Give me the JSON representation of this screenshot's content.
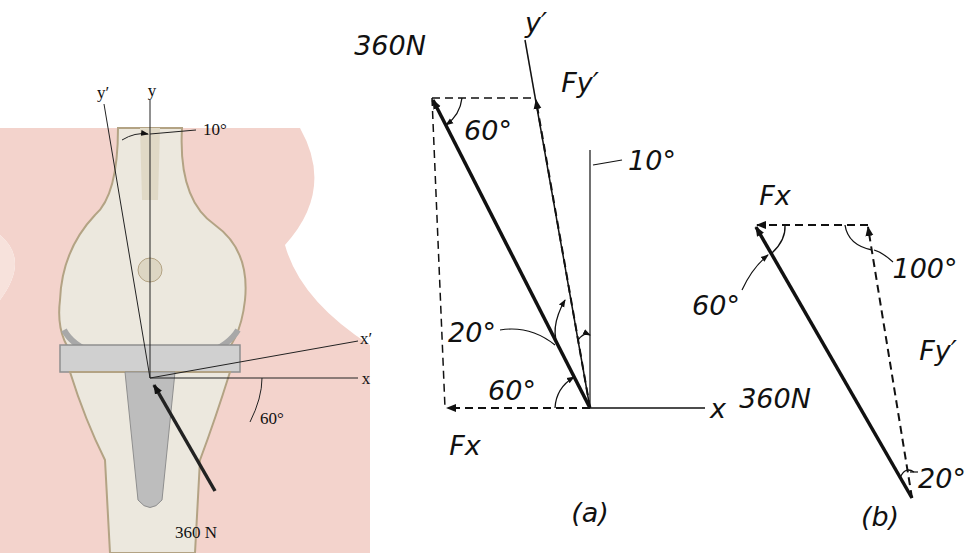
{
  "diagram": {
    "labels": [
      "y′",
      "y",
      "10°",
      "x′",
      "x",
      "60°",
      "360 N",
      "y′",
      "360N",
      "60°",
      "Fy′",
      "10°",
      "20°",
      "60°",
      "x",
      "Fx",
      "(a)",
      "Fx",
      "60°",
      "100°",
      "Fy′",
      "360N",
      "20°",
      "(b)"
    ]
  }
}
